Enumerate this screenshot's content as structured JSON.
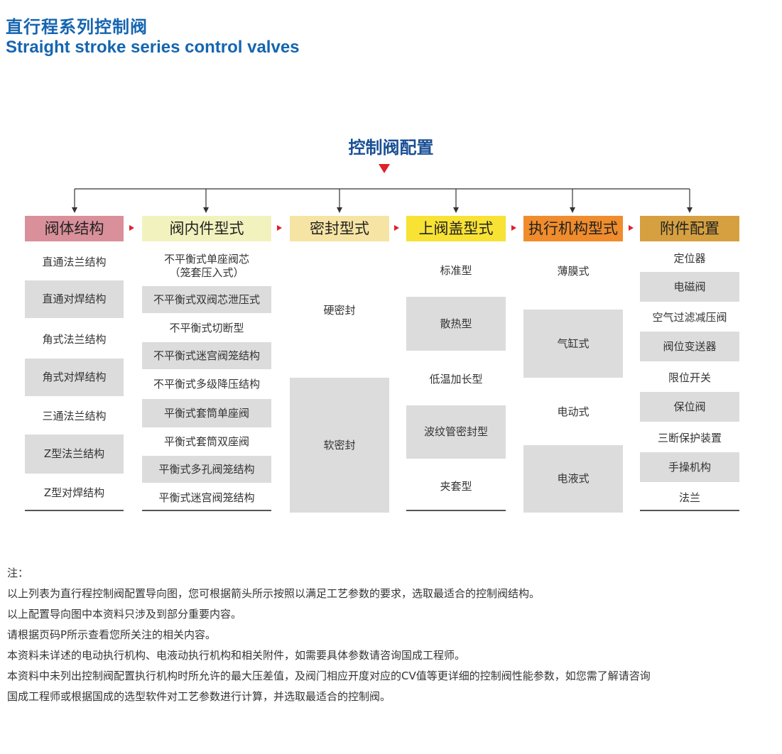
{
  "title": {
    "cn": "直行程系列控制阀",
    "en": "Straight stroke series control valves"
  },
  "diagram": {
    "title": "控制阀配置",
    "colors": {
      "title": "#1a4f95",
      "arrow": "#e0202a",
      "shade": "#dcdcdc"
    },
    "columns": [
      {
        "header": "阀体结构",
        "header_color": "#d9909a",
        "items": [
          "直通法兰结构",
          "直通对焊结构",
          "角式法兰结构",
          "角式对焊结构",
          "三通法兰结构",
          "Z型法兰结构",
          "Z型对焊结构"
        ]
      },
      {
        "header": "阀内件型式",
        "header_color": "#f2f2bf",
        "items": [
          "不平衡式单座阀芯\n（笼套压入式）",
          "不平衡式双阀芯泄压式",
          "不平衡式切断型",
          "不平衡式迷宫阀笼结构",
          "不平衡式多级降压结构",
          "平衡式套筒单座阀",
          "平衡式套筒双座阀",
          "平衡式多孔阀笼结构",
          "平衡式迷宫阀笼结构"
        ]
      },
      {
        "header": "密封型式",
        "header_color": "#f6e4a4",
        "items": [
          "硬密封",
          "软密封"
        ]
      },
      {
        "header": "上阀盖型式",
        "header_color": "#f8e234",
        "items": [
          "标准型",
          "散热型",
          "低温加长型",
          "波纹管密封型",
          "夹套型"
        ]
      },
      {
        "header": "执行机构型式",
        "header_color": "#f08c2c",
        "items": [
          "薄膜式",
          "气缸式",
          "电动式",
          "电液式"
        ]
      },
      {
        "header": "附件配置",
        "header_color": "#d6a040",
        "items": [
          "定位器",
          "电磁阀",
          "空气过滤减压阀",
          "阀位变送器",
          "限位开关",
          "保位阀",
          "三断保护装置",
          "手操机构",
          "法兰"
        ]
      }
    ]
  },
  "notes": [
    "注：",
    "以上列表为直行程控制阀配置导向图，您可根据箭头所示按照以满足工艺参数的要求，选取最适合的控制阀结构。",
    "以上配置导向图中本资料只涉及到部分重要内容。",
    "请根据页码P所示查看您所关注的相关内容。",
    "本资料未详述的电动执行机构、电液动执行机构和相关附件，如需要具体参数请咨询国成工程师。",
    "本资料中未列出控制阀配置执行机构时所允许的最大压差值，及阀门相应开度对应的CV值等更详细的控制阀性能参数，如您需了解请咨询",
    "国成工程师或根据国成的选型软件对工艺参数进行计算，并选取最适合的控制阀。"
  ]
}
